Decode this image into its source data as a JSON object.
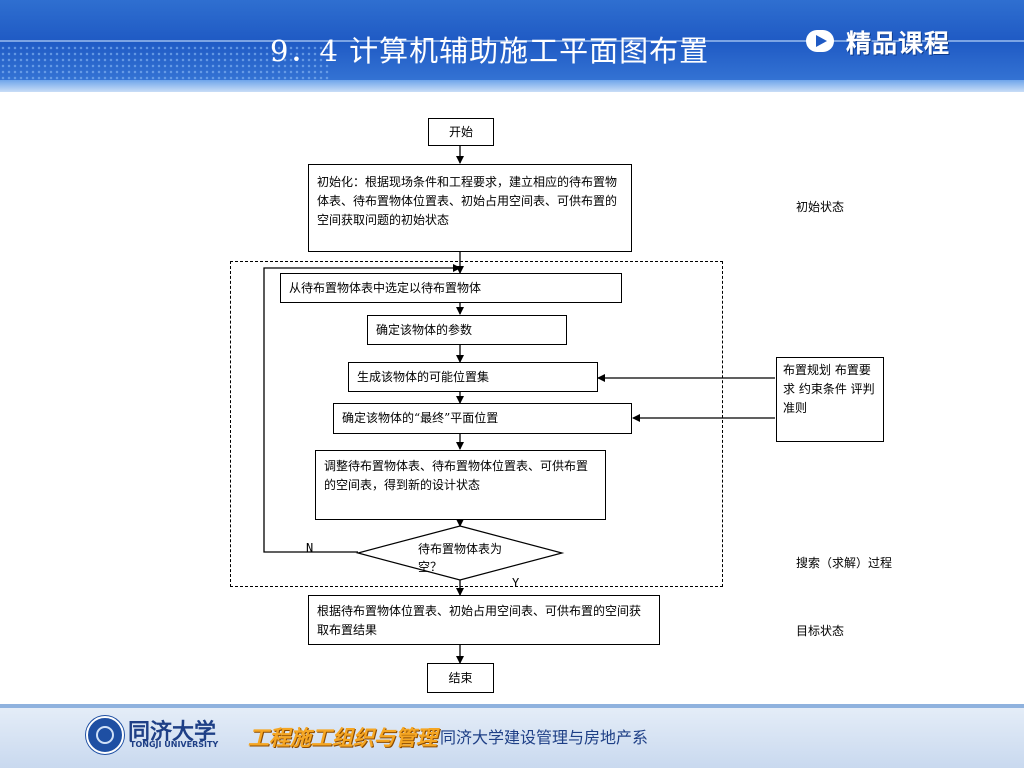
{
  "header": {
    "title": "9．4 计算机辅助施工平面图布置",
    "badge": "精品课程",
    "play_icon": "play-circle-icon"
  },
  "flowchart": {
    "start": "开始",
    "init": "初始化：根据现场条件和工程要求，建立相应的待布置物体表、待布置物体位置表、初始占用空间表、可供布置的空间获取问题的初始状态",
    "select": "从待布置物体表中选定以待布置物体",
    "params": "确定该物体的参数",
    "positions": "生成该物体的可能位置集",
    "final_position": "确定该物体的“最终”平面位置",
    "adjust": "调整待布置物体表、待布置物体位置表、可供布置的空间表，得到新的设计状态",
    "decision": "待布置物体表为空？",
    "no_label": "N",
    "yes_label": "Y",
    "result": "根据待布置物体位置表、初始占用空间表、可供布置的空间获取布置结果",
    "end": "结束",
    "rules": "布置规划 布置要求 约束条件 评判准则"
  },
  "annotations": {
    "initial_state": "初始状态",
    "search_process": "搜索（求解）过程",
    "goal_state": "目标状态"
  },
  "footer": {
    "university_cn": "同济大学",
    "university_en": "TONGJI UNIVERSITY",
    "course_name": "工程施工组织与管理",
    "department": "同济大学建设管理与房地产系"
  }
}
